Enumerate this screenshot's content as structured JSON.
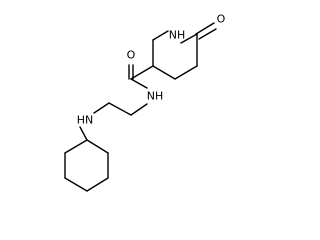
{
  "molecule": {
    "atoms": {
      "nh_ring": "NH",
      "o_ketone": "O",
      "o_amide": "O",
      "nh_amide": "NH",
      "nh_amine": "HN"
    }
  }
}
